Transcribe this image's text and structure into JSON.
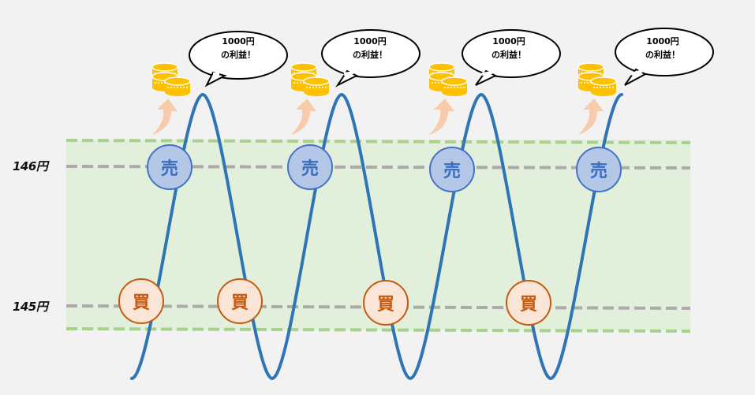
{
  "price_levels": [
    {
      "label": "146円",
      "role": "sell-level"
    },
    {
      "label": "145円",
      "role": "buy-level"
    }
  ],
  "markers": {
    "sell_label": "売",
    "buy_label": "買"
  },
  "bubbles": [
    {
      "line1": "1000円",
      "line2": "の利益！"
    },
    {
      "line1": "1000円",
      "line2": "の利益！"
    },
    {
      "line1": "1000円",
      "line2": "の利益！"
    },
    {
      "line1": "1000円",
      "line2": "の利益！"
    }
  ],
  "icons": [
    "coin-stack-icon",
    "up-arrow-icon"
  ],
  "colors": {
    "background": "#f2f2f2",
    "band_fill": "#e2efda",
    "band_border": "#a9d18e",
    "price_line": "#aeaaaa",
    "curve": "#2e75b6",
    "sell_fill": "#b4c7e7",
    "sell_stroke": "#4472c4",
    "buy_fill": "#fbe5d6",
    "buy_stroke": "#c55a11",
    "coin": "#ffc000",
    "arrow": "#f8cbad"
  }
}
